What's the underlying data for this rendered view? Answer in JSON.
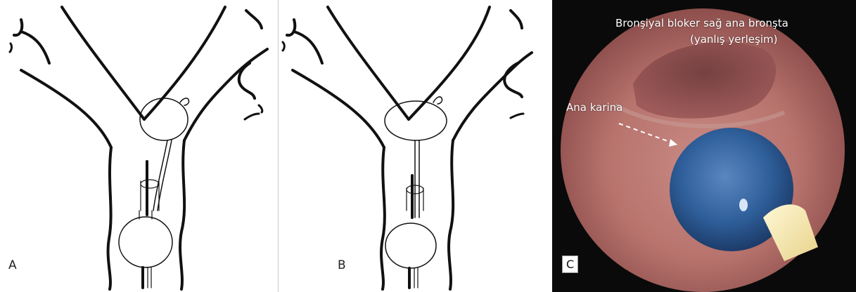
{
  "panels": {
    "a": {
      "letter": "A"
    },
    "b": {
      "letter": "B"
    },
    "c": {
      "letter": "C",
      "title_line1": "Bronşiyal bloker sağ ana bronşta",
      "title_line2": "(yanlış yerleşim)",
      "carina_label": "Ana karina"
    }
  },
  "colors": {
    "outline": "#111111",
    "mucosa": "#b8746f",
    "blocker_balloon": "#2f5f9a",
    "scope_background": "#0a0a0a",
    "scope_tip": "#f4e6a8"
  }
}
